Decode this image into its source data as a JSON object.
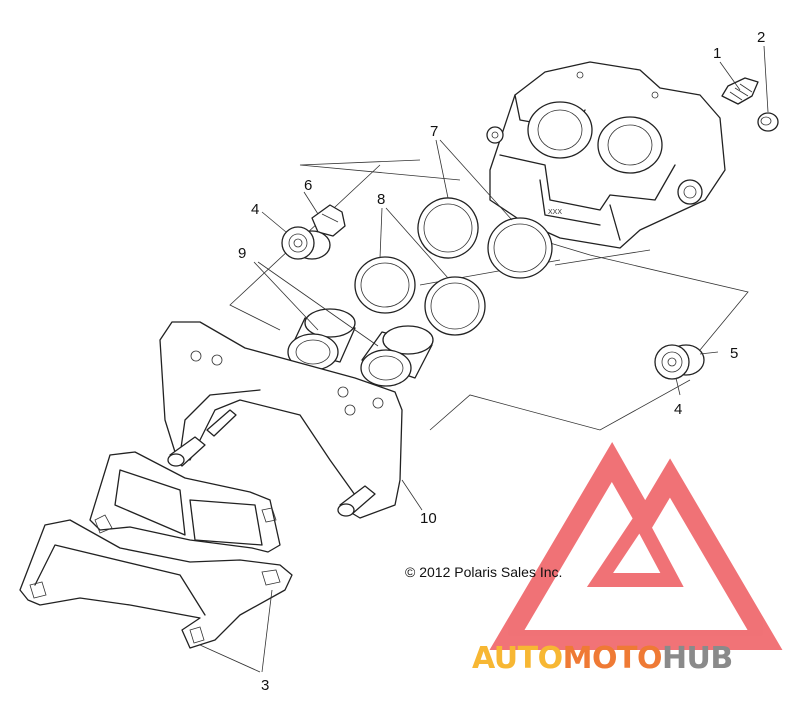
{
  "diagram": {
    "callouts": [
      {
        "id": "c1",
        "text": "1"
      },
      {
        "id": "c2",
        "text": "2"
      },
      {
        "id": "c3",
        "text": "3"
      },
      {
        "id": "c4a",
        "text": "4"
      },
      {
        "id": "c4b",
        "text": "4"
      },
      {
        "id": "c5",
        "text": "5"
      },
      {
        "id": "c6",
        "text": "6"
      },
      {
        "id": "c7",
        "text": "7"
      },
      {
        "id": "c8",
        "text": "8"
      },
      {
        "id": "c9",
        "text": "9"
      },
      {
        "id": "c10",
        "text": "10"
      }
    ],
    "copyright": "© 2012 Polaris Sales Inc.",
    "housing_marking": "XXX"
  },
  "watermark": {
    "part1": "AUTO",
    "part2": "MOTO",
    "part3": "HUB",
    "colors": {
      "logo_red": "#e8424a",
      "auto": "#f7b733",
      "moto": "#ef7a35",
      "hub": "#8a8a8a"
    }
  }
}
